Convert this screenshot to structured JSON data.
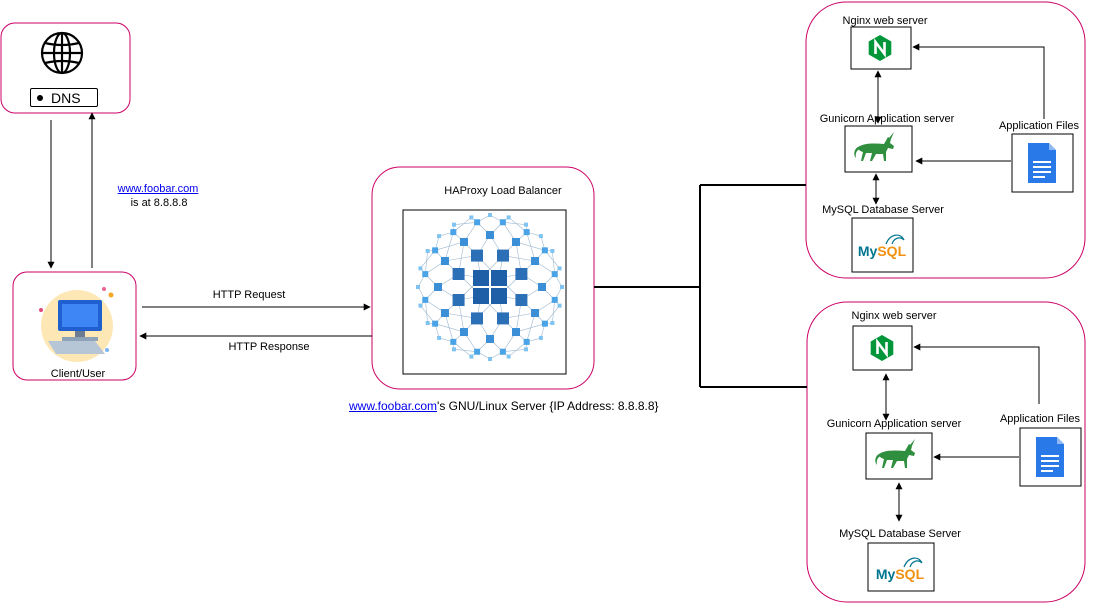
{
  "dns": {
    "label": "DNS"
  },
  "dns_response": {
    "domain": "www.foobar.com",
    "text": "is at 8.8.8.8"
  },
  "client": {
    "label": "Client/User"
  },
  "http": {
    "request": "HTTP Request",
    "response": "HTTP Response"
  },
  "load_balancer": {
    "title": "HAProxy Load Balancer"
  },
  "server_caption": {
    "link": "www.foobar.com",
    "rest": "'s GNU/Linux Server {IP Address: 8.8.8.8}"
  },
  "server1": {
    "nginx": "Nginx web server",
    "gunicorn": "Gunicorn Application server",
    "mysql": "MySQL Database Server",
    "files": "Application Files"
  },
  "server2": {
    "nginx": "Nginx web server",
    "gunicorn": "Gunicorn Application server",
    "mysql": "MySQL Database Server",
    "files": "Application Files"
  },
  "colors": {
    "container_border": "#cc0066",
    "nginx_green": "#009639",
    "unicorn_green": "#2f8f3f",
    "mysql_blue": "#00758f",
    "mysql_orange": "#f29111",
    "doc_blue": "#2979e8",
    "lb_blue": "#2b6fb6"
  },
  "icons": [
    "globe-icon",
    "computer-user-icon",
    "haproxy-mesh-icon",
    "nginx-icon",
    "gunicorn-unicorn-icon",
    "mysql-icon",
    "document-icon"
  ]
}
